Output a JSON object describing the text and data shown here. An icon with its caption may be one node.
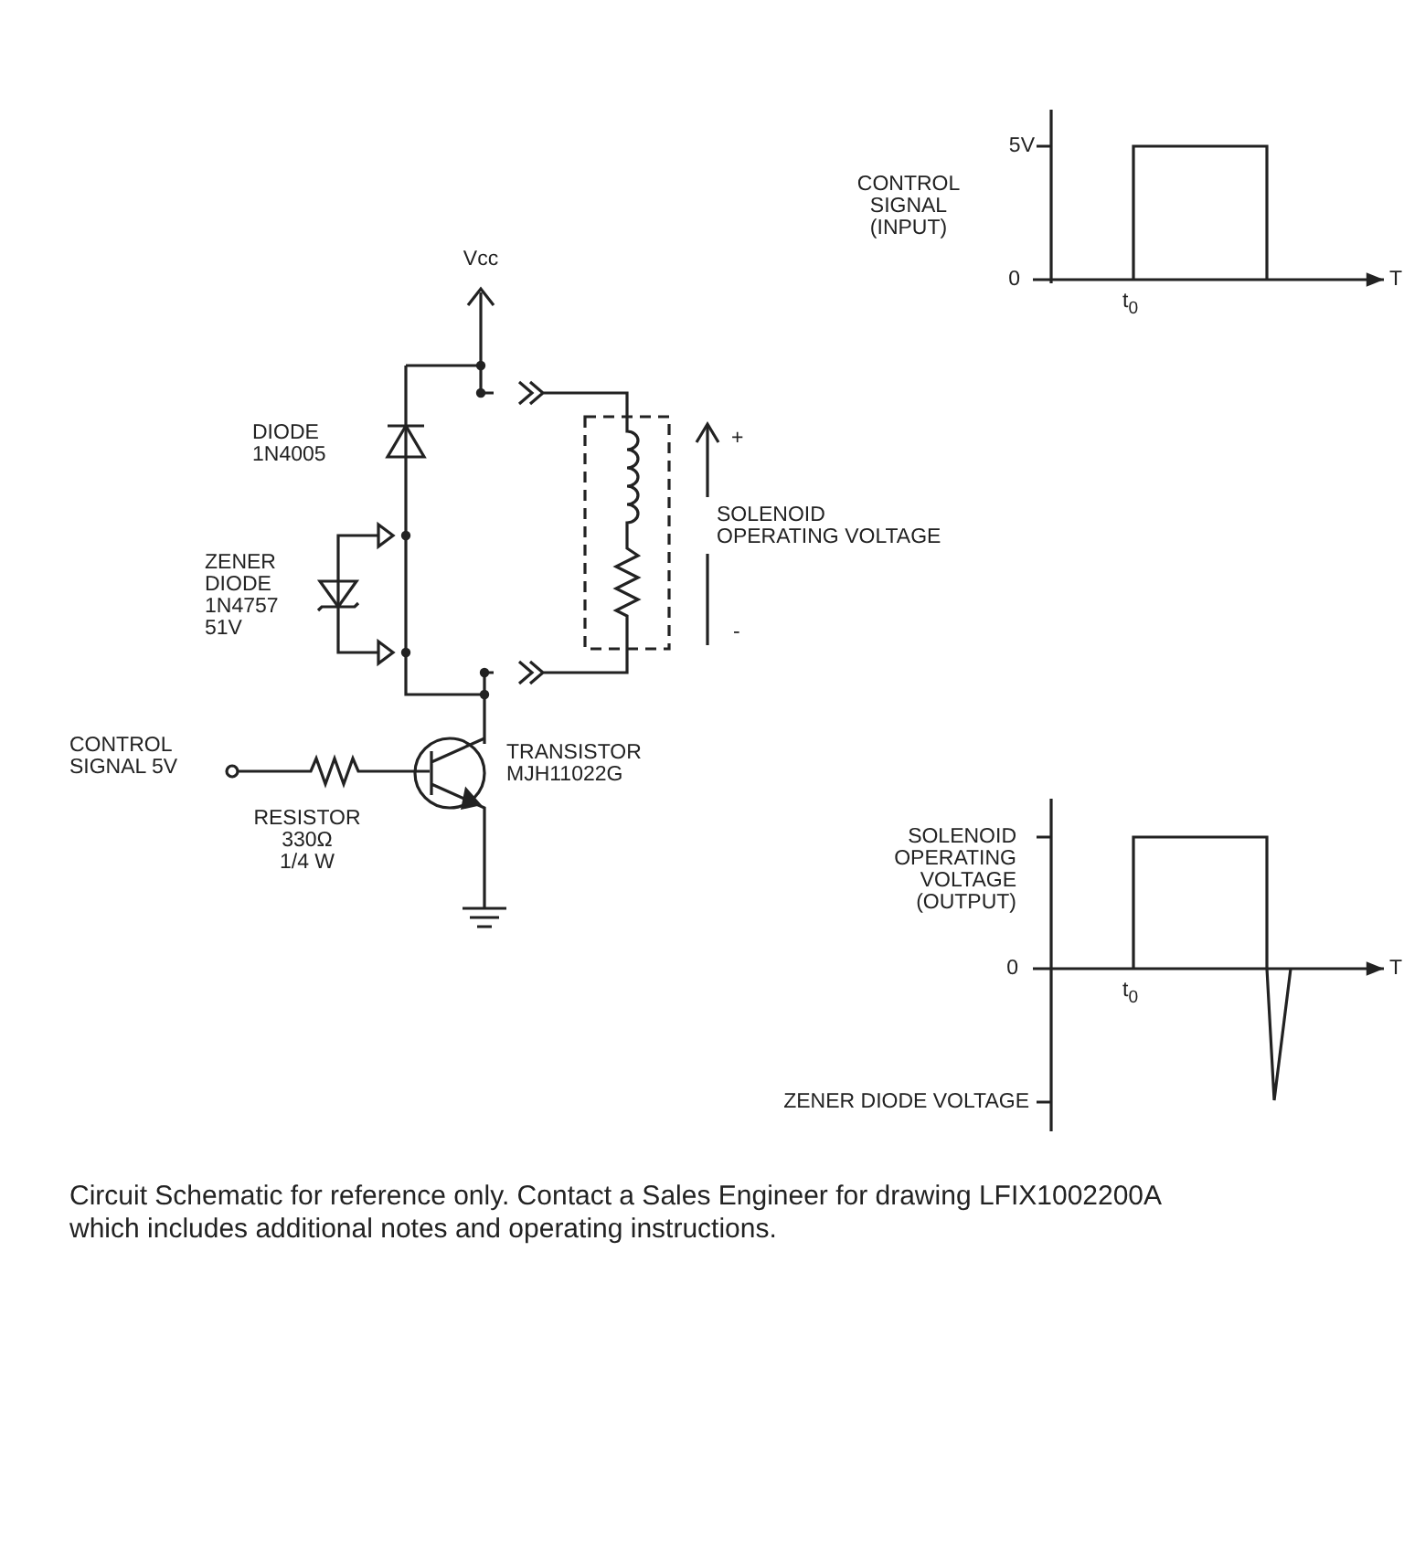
{
  "diagram": {
    "caption": "Circuit Schematic for reference only. Contact a Sales Engineer for drawing LFIX1002200A which includes additional notes and operating instructions.",
    "labels": [
      "5V",
      "CONTROL SIGNAL (INPUT)",
      "0",
      "T",
      "t$_{0}$",
      "Vcc",
      "DIODE 1N4005",
      "+",
      "SOLENOID OPERATING VOLTAGE",
      "ZENER DIODE 1N4757 51V",
      "-",
      "CONTROL SIGNAL 5V",
      "TRANSISTOR MJH11022G",
      "RESISTOR 330Ω 1/4 W",
      "SOLENOID OPERATING VOLTAGE (OUTPUT)",
      "0",
      "T",
      "t$_{0}$",
      "ZENER DIODE VOLTAGE"
    ]
  }
}
